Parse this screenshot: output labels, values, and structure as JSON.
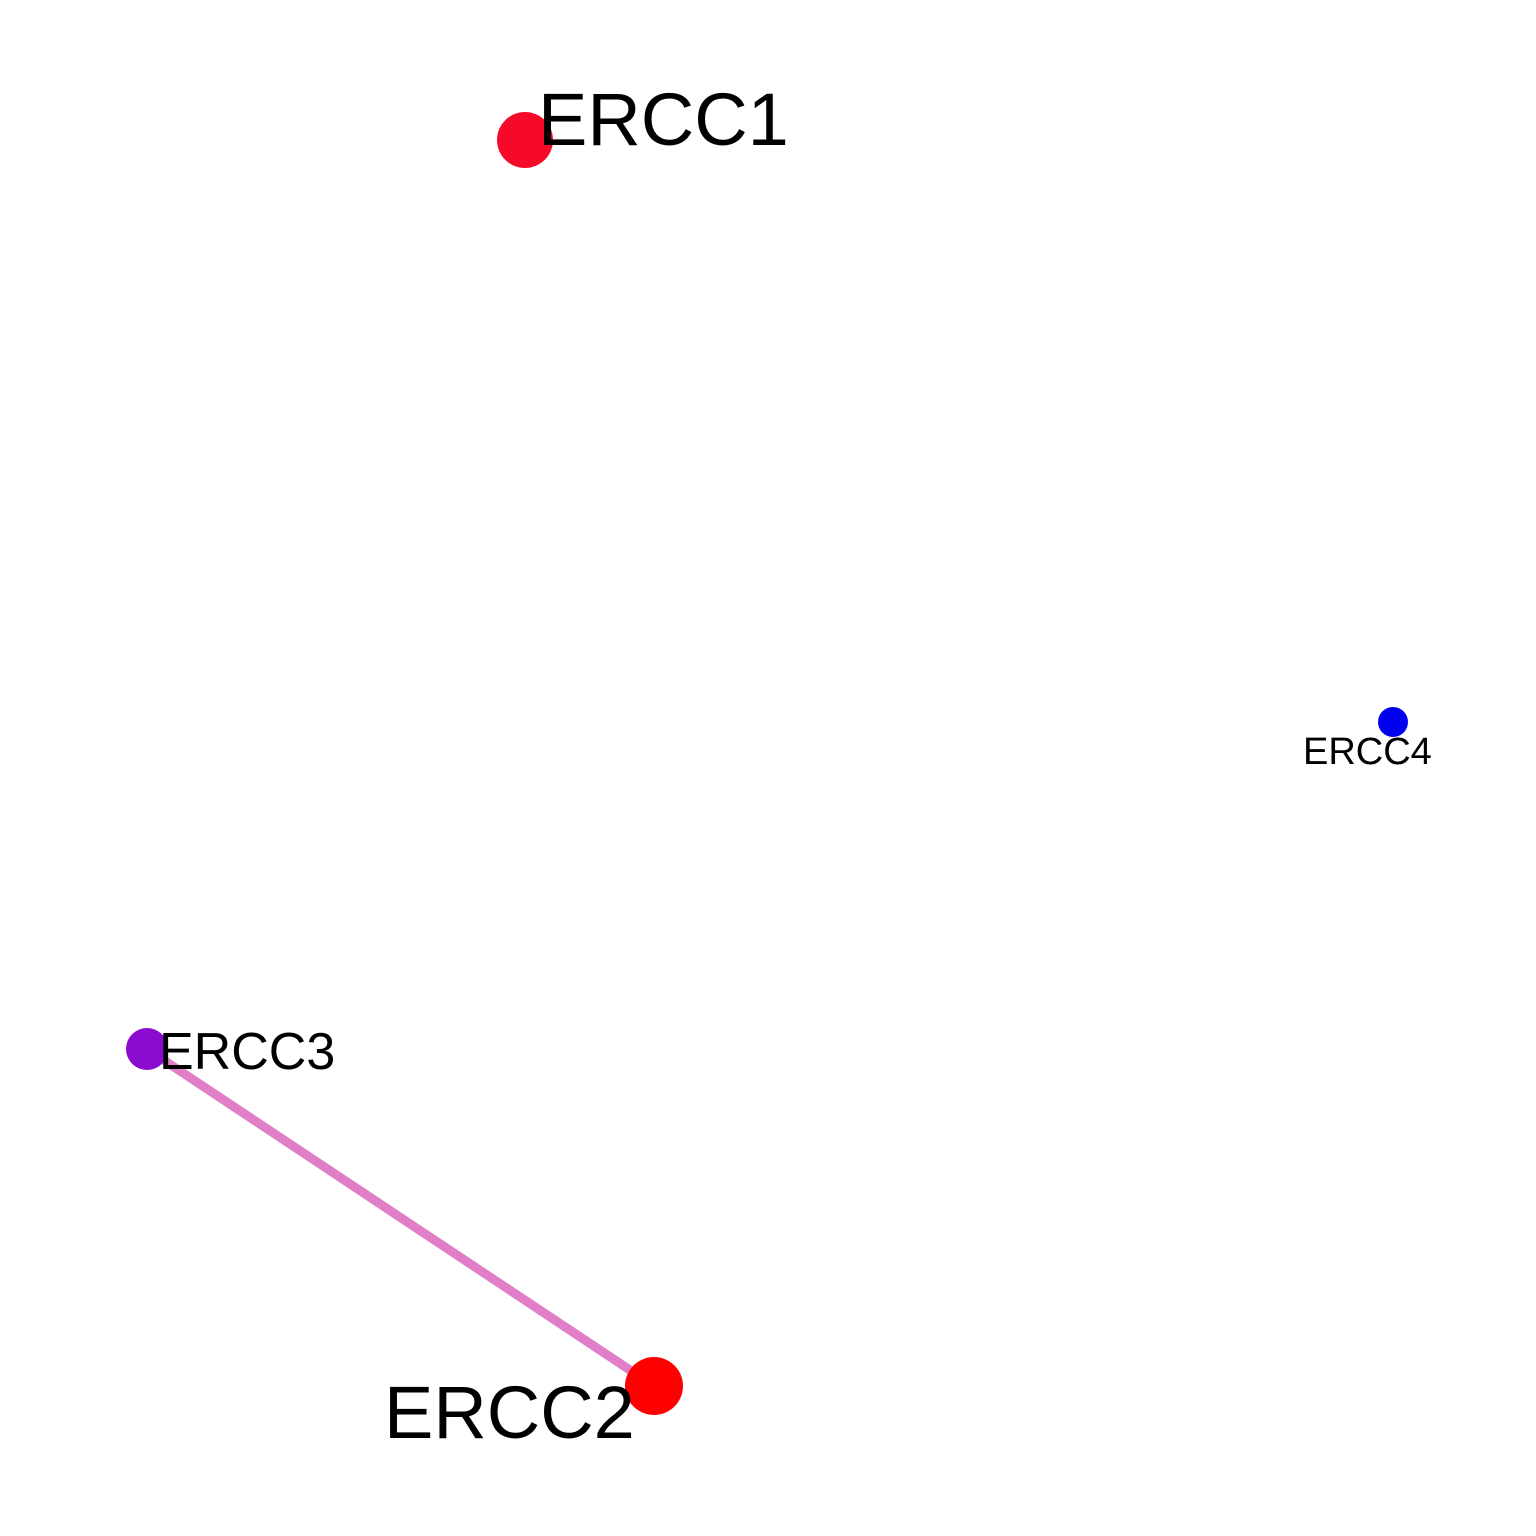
{
  "network": {
    "nodes": [
      {
        "id": "ERCC1",
        "label": "ERCC1",
        "color": "#f50a2a",
        "size": "large"
      },
      {
        "id": "ERCC2",
        "label": "ERCC2",
        "color": "#ff0000",
        "size": "large"
      },
      {
        "id": "ERCC3",
        "label": "ERCC3",
        "color": "#8a0acf",
        "size": "medium"
      },
      {
        "id": "ERCC4",
        "label": "ERCC4",
        "color": "#0000ee",
        "size": "small"
      }
    ],
    "edges": [
      {
        "source": "ERCC3",
        "target": "ERCC2",
        "color": "#e07ec8"
      }
    ]
  }
}
